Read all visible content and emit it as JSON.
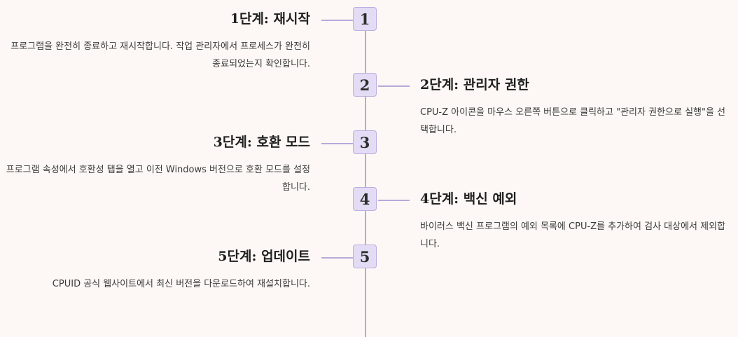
{
  "steps": [
    {
      "number": "1",
      "title": "1단계: 재시작",
      "description": "프로그램을 완전히 종료하고 재시작합니다. 작업 관리자에서 프로세스가 완전히 종료되었는지 확인합니다.",
      "side": "left"
    },
    {
      "number": "2",
      "title": "2단계: 관리자 권한",
      "description": "CPU-Z 아이콘을 마우스 오른쪽 버튼으로 클릭하고 \"관리자 권한으로 실행\"을 선택합니다.",
      "side": "right"
    },
    {
      "number": "3",
      "title": "3단계: 호환 모드",
      "description": "프로그램 속성에서 호환성 탭을 열고 이전 Windows 버전으로 호환 모드를 설정합니다.",
      "side": "left"
    },
    {
      "number": "4",
      "title": "4단계: 백신 예외",
      "description": "바이러스 백신 프로그램의 예외 목록에 CPU-Z를 추가하여 검사 대상에서 제외합니다.",
      "side": "right"
    },
    {
      "number": "5",
      "title": "5단계: 업데이트",
      "description": "CPUID 공식 웹사이트에서 최신 버전을 다운로드하여 재설치합니다.",
      "side": "left"
    }
  ],
  "colors": {
    "background": "#fdf8f5",
    "line": "#b8a9da",
    "badge_fill": "#e4dcf5",
    "badge_border": "#bcaee0"
  }
}
